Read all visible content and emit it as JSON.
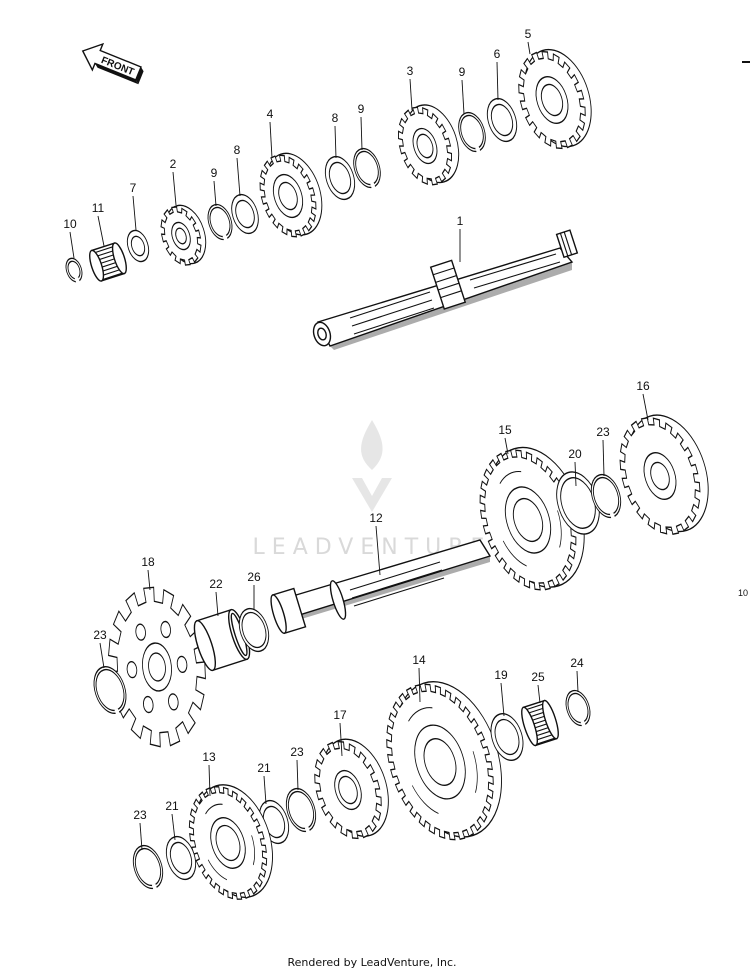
{
  "front_arrow_label": "FRONT",
  "watermark": "LEADVENTURE",
  "footer": "Rendered by LeadVenture, Inc.",
  "edge_label": "10",
  "callouts": {
    "c1": "1",
    "c2": "2",
    "c3": "3",
    "c4": "4",
    "c5": "5",
    "c6": "6",
    "c7": "7",
    "c8a": "8",
    "c8b": "8",
    "c9a": "9",
    "c9b": "9",
    "c9c": "9",
    "c10": "10",
    "c11": "11",
    "c12": "12",
    "c13": "13",
    "c14": "14",
    "c15": "15",
    "c16": "16",
    "c17": "17",
    "c18": "18",
    "c19": "19",
    "c20": "20",
    "c21a": "21",
    "c21b": "21",
    "c22": "22",
    "c23a": "23",
    "c23b": "23",
    "c23c": "23",
    "c23d": "23",
    "c24": "24",
    "c25": "25",
    "c26": "26"
  }
}
